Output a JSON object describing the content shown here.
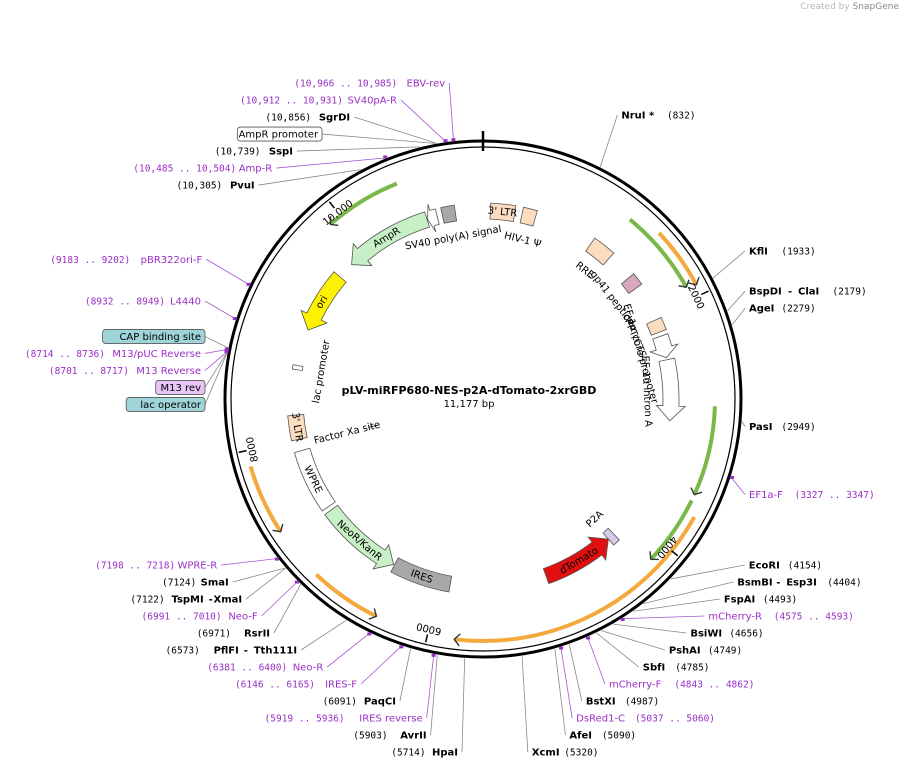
{
  "credit": {
    "prefix": "Created by",
    "brand": "SnapGene"
  },
  "plasmid": {
    "name": "pLV-miRFP680-NES-p2A-dTomato-2xrGBD",
    "size_label": "11,177 bp",
    "length": 11177
  },
  "ticks": [
    {
      "pos": 2000,
      "label": "2000"
    },
    {
      "pos": 4000,
      "label": "4000"
    },
    {
      "pos": 6000,
      "label": "6000"
    },
    {
      "pos": 8000,
      "label": "8000"
    },
    {
      "pos": 10000,
      "label": "10,000"
    }
  ],
  "enzymes": [
    {
      "name": "NruI *",
      "pos": 832,
      "coord": "(832)"
    },
    {
      "name": "KflI",
      "pos": 1933,
      "coord": "(1933)"
    },
    {
      "name": "BspDI",
      "pos": 2179,
      "coord": "(2179)",
      "extra": "ClaI"
    },
    {
      "name": "AgeI",
      "pos": 2279,
      "coord": "(2279)"
    },
    {
      "name": "PasI",
      "pos": 2949,
      "coord": "(2949)"
    },
    {
      "name": "EcoRI",
      "pos": 4154,
      "coord": "(4154)"
    },
    {
      "name": "BsmBI",
      "pos": 4404,
      "coord": "(4404)",
      "extra": "Esp3I"
    },
    {
      "name": "FspAI",
      "pos": 4493,
      "coord": "(4493)"
    },
    {
      "name": "BsiWI",
      "pos": 4656,
      "coord": "(4656)"
    },
    {
      "name": "PshAI",
      "pos": 4749,
      "coord": "(4749)"
    },
    {
      "name": "SbfI",
      "pos": 4785,
      "coord": "(4785)"
    },
    {
      "name": "BstXI",
      "pos": 4987,
      "coord": "(4987)"
    },
    {
      "name": "AfeI",
      "pos": 5090,
      "coord": "(5090)"
    },
    {
      "name": "XcmI",
      "pos": 5320,
      "coord": "(5320)"
    },
    {
      "name": "HpaI",
      "pos": 5714,
      "coord": "(5714)"
    },
    {
      "name": "AvrII",
      "pos": 5903,
      "coord": "(5903)"
    },
    {
      "name": "PaqCI",
      "pos": 6091,
      "coord": "(6091)"
    },
    {
      "name": "PflFI",
      "pos": 6573,
      "coord": "(6573)",
      "extra": "Tth111I"
    },
    {
      "name": "RsrII",
      "pos": 6971,
      "coord": "(6971)"
    },
    {
      "name": "TspMI",
      "pos": 7122,
      "coord": "(7122)",
      "extra": "XmaI"
    },
    {
      "name": "SmaI",
      "pos": 7124,
      "coord": "(7124)"
    },
    {
      "name": "PvuI",
      "pos": 10305,
      "coord": "(10,305)"
    },
    {
      "name": "SspI",
      "pos": 10739,
      "coord": "(10,739)"
    },
    {
      "name": "SgrDI",
      "pos": 10856,
      "coord": "(10,856)"
    }
  ],
  "primers": [
    {
      "name": "EF1a-F",
      "pos": 3337,
      "coord": "(3327 .. 3347)"
    },
    {
      "name": "mCherry-R",
      "pos": 4584,
      "coord": "(4575 .. 4593)"
    },
    {
      "name": "mCherry-F",
      "pos": 4852,
      "coord": "(4843 .. 4862)"
    },
    {
      "name": "DsRed1-C",
      "pos": 5048,
      "coord": "(5037 .. 5060)"
    },
    {
      "name": "IRES reverse",
      "pos": 5927,
      "coord": "(5919 .. 5936)"
    },
    {
      "name": "IRES-F",
      "pos": 6155,
      "coord": "(6146 .. 6165)"
    },
    {
      "name": "Neo-R",
      "pos": 6390,
      "coord": "(6381 .. 6400)"
    },
    {
      "name": "Neo-F",
      "pos": 7000,
      "coord": "(6991 .. 7010)"
    },
    {
      "name": "WPRE-R",
      "pos": 7208,
      "coord": "(7198 .. 7218)"
    },
    {
      "name": "M13 Reverse",
      "pos": 8709,
      "coord": "(8701 .. 8717)"
    },
    {
      "name": "M13/pUC Reverse",
      "pos": 8725,
      "coord": "(8714 .. 8736)"
    },
    {
      "name": "L4440",
      "pos": 8940,
      "coord": "(8932 .. 8949)"
    },
    {
      "name": "pBR322ori-F",
      "pos": 9192,
      "coord": "(9183 .. 9202)"
    },
    {
      "name": "Amp-R",
      "pos": 10494,
      "coord": "(10,485 .. 10,504)"
    },
    {
      "name": "SV40pA-R",
      "pos": 10921,
      "coord": "(10,912 .. 10,931)"
    },
    {
      "name": "EBV-rev",
      "pos": 10975,
      "coord": "(10,966 .. 10,985)"
    }
  ],
  "boxed_labels": [
    {
      "name": "AmpR promoter",
      "pos": 10850,
      "kind": "plain"
    },
    {
      "name": "CAP binding site",
      "pos": 8735,
      "kind": "teal"
    },
    {
      "name": "lac operator",
      "pos": 8700,
      "kind": "teal"
    },
    {
      "name": "M13 rev",
      "pos": 8705,
      "kind": "purple"
    }
  ],
  "features": [
    {
      "name": "3' LTR",
      "start": 70,
      "end": 300,
      "color": "#fcdcbf",
      "kind": "box"
    },
    {
      "name": "HIV-1 Ψ",
      "start": 370,
      "end": 500,
      "color": "#fcdcbf",
      "kind": "box"
    },
    {
      "name": "RRE",
      "start": 1080,
      "end": 1300,
      "color": "#fcdcbf",
      "kind": "box"
    },
    {
      "name": "gp41 peptide",
      "start": 1560,
      "end": 1680,
      "color": "#d8a7c0",
      "kind": "box"
    },
    {
      "name": "cPPT/CTS",
      "start": 2030,
      "end": 2150,
      "color": "#fcdcbf",
      "kind": "box"
    },
    {
      "name": "EF-1α core promoter",
      "start": 2190,
      "end": 2400,
      "color": "#ffffff",
      "kind": "arrow"
    },
    {
      "name": "EF-1α intron A",
      "start": 2420,
      "end": 3000,
      "color": "#ffffff",
      "kind": "arrow"
    },
    {
      "name": "P2A",
      "start": 4220,
      "end": 4290,
      "color": "#d9c9e8",
      "kind": "box"
    },
    {
      "name": "dTomato",
      "start": 4290,
      "end": 4980,
      "color": "#e01010",
      "kind": "arrow-rev"
    },
    {
      "name": "IRES",
      "start": 5900,
      "end": 6460,
      "color": "#a8a8a8",
      "kind": "box"
    },
    {
      "name": "NeoR/KanR",
      "start": 6470,
      "end": 7260,
      "color": "#c7f0c6",
      "kind": "arrow-rev"
    },
    {
      "name": "WPRE",
      "start": 7300,
      "end": 7890,
      "color": "#ffffff",
      "kind": "box"
    },
    {
      "name": "3' LTR",
      "start": 8000,
      "end": 8230,
      "color": "#fcdcbf",
      "kind": "box"
    },
    {
      "name": "lac promoter",
      "start": 8660,
      "end": 8700,
      "color": "#ffffff",
      "kind": "small"
    },
    {
      "name": "ori",
      "start": 9050,
      "end": 9640,
      "color": "#fff200",
      "kind": "arrow-rev"
    },
    {
      "name": "AmpR",
      "start": 9800,
      "end": 10640,
      "color": "#c7f0c6",
      "kind": "arrow-rev"
    },
    {
      "name": "",
      "start": 10645,
      "end": 10740,
      "color": "#ffffff",
      "kind": "arrow-rev"
    },
    {
      "name": "SV40 poly(A) signal",
      "start": 10790,
      "end": 10915,
      "color": "#a8a8a8",
      "kind": "box"
    }
  ],
  "outer_features": [
    {
      "name": "",
      "start": 1220,
      "end": 1900,
      "color": "#7ab84a",
      "dir": "f"
    },
    {
      "name": "",
      "start": 1450,
      "end": 1920,
      "color": "#f3a93c",
      "dir": "f"
    },
    {
      "name": "",
      "start": 2850,
      "end": 3550,
      "color": "#7ab84a",
      "dir": "f"
    },
    {
      "name": "",
      "start": 3700,
      "end": 5800,
      "color": "#f3a93c",
      "dir": "f"
    },
    {
      "name": "",
      "start": 3600,
      "end": 4150,
      "color": "#7ab84a",
      "dir": "f"
    },
    {
      "name": "",
      "start": 6400,
      "end": 6940,
      "color": "#f3a93c",
      "dir": "r"
    },
    {
      "name": "",
      "start": 7350,
      "end": 7880,
      "color": "#f3a93c",
      "dir": "r"
    },
    {
      "name": "",
      "start": 9900,
      "end": 10500,
      "color": "#7ab84a",
      "dir": "r"
    }
  ],
  "inner_labels": [
    {
      "name": "Factor Xa site",
      "pos": 7950
    }
  ]
}
